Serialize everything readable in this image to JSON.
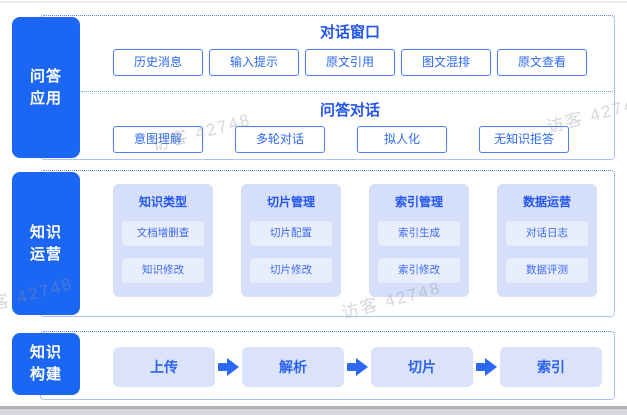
{
  "watermark": {
    "text": "访客 42748"
  },
  "colors": {
    "primary_blue": "#1B66F2",
    "title_blue": "#2456EF",
    "chip_text_blue": "#2D68F2",
    "chip_border_blue": "#4F7EF8",
    "panel_border_blue": "#5C85F7",
    "column_bg": "#D5DFFA",
    "column_chip_bg": "#E9EEFC",
    "flow_chip_bg": "#DBE3FB",
    "side_label_text": "#FFFFFF",
    "window_bar_gray": "#AEB2B9"
  },
  "sections": [
    {
      "id": "qa-application",
      "label_lines": [
        "问答",
        "应用"
      ],
      "groups": [
        {
          "title": "对话窗口",
          "items": [
            "历史消息",
            "输入提示",
            "原文引用",
            "图文混排",
            "原文查看"
          ]
        },
        {
          "title": "问答对话",
          "items": [
            "意图理解",
            "多轮对话",
            "拟人化",
            "无知识拒答"
          ]
        }
      ]
    },
    {
      "id": "knowledge-operation",
      "label_lines": [
        "知识",
        "运营"
      ],
      "columns": [
        {
          "title": "知识类型",
          "items": [
            "文档增删查",
            "知识修改"
          ]
        },
        {
          "title": "切片管理",
          "items": [
            "切片配置",
            "切片修改"
          ]
        },
        {
          "title": "索引管理",
          "items": [
            "索引生成",
            "索引修改"
          ]
        },
        {
          "title": "数据运营",
          "items": [
            "对话日志",
            "数据评测"
          ]
        }
      ]
    },
    {
      "id": "knowledge-build",
      "label_lines": [
        "知识",
        "构建"
      ],
      "flow": [
        "上传",
        "解析",
        "切片",
        "索引"
      ]
    }
  ]
}
